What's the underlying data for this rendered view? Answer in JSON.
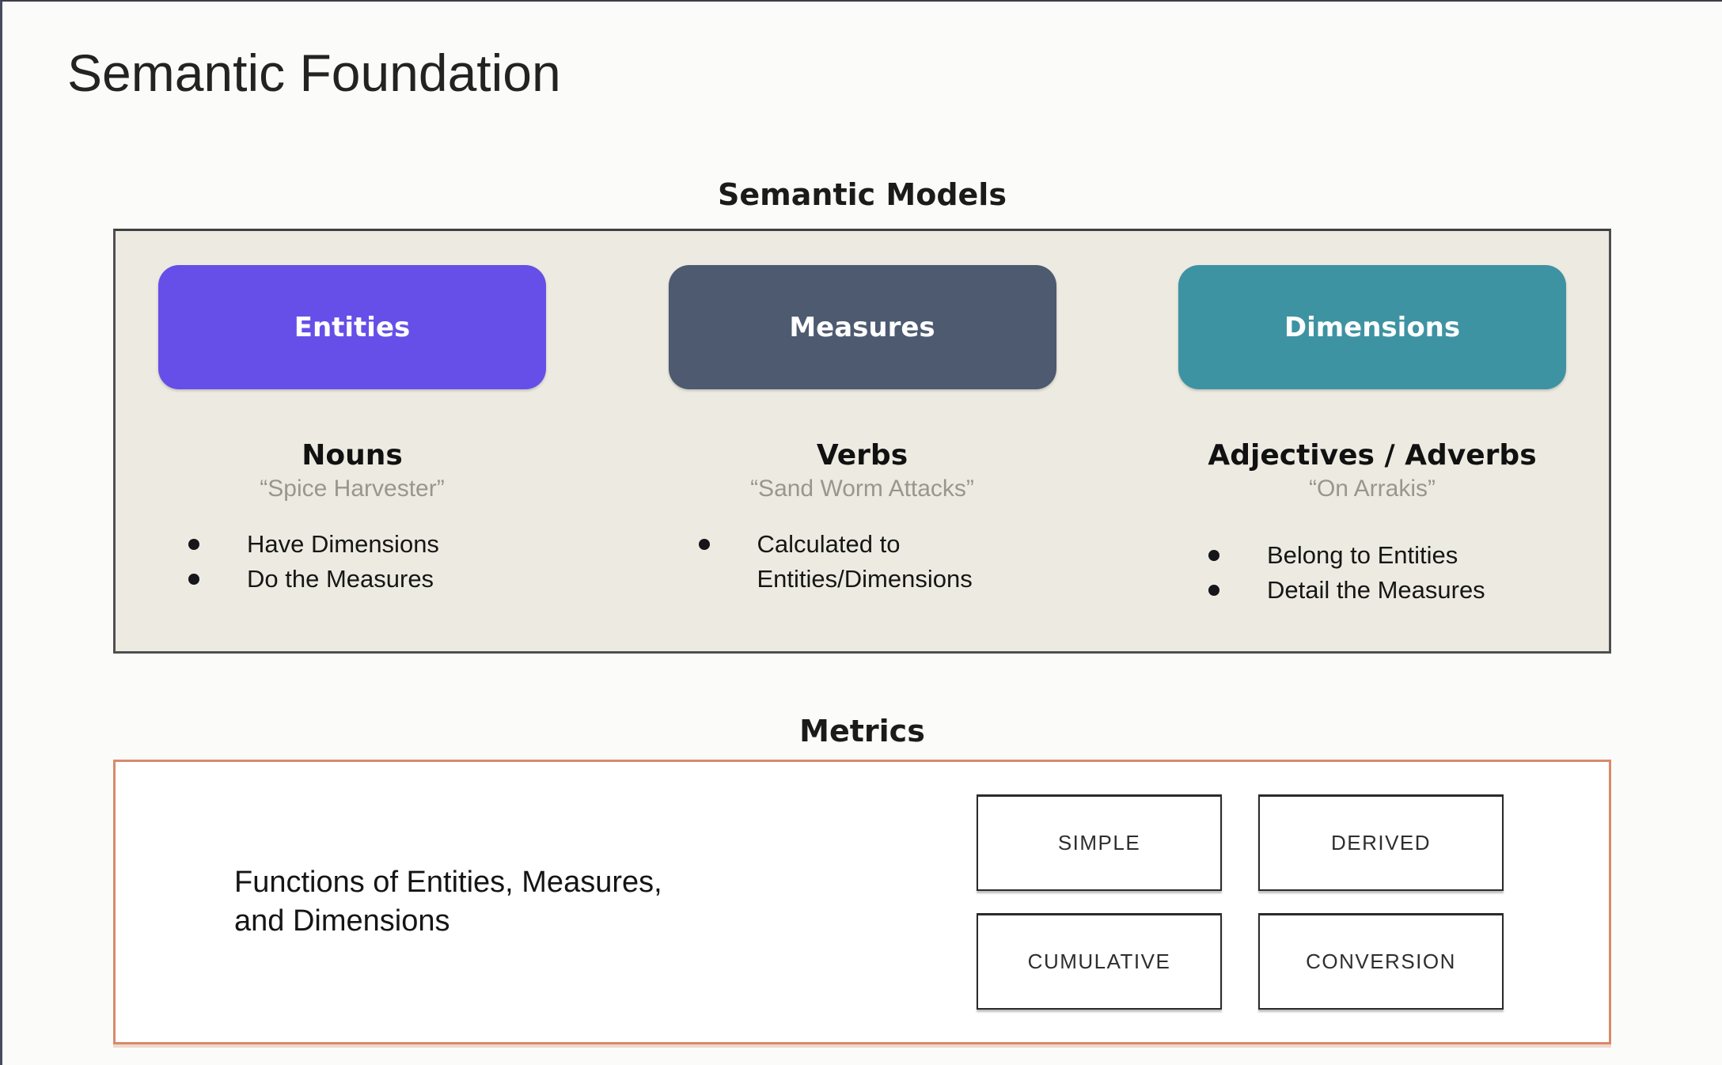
{
  "slide": {
    "title": "Semantic Foundation"
  },
  "semantic_models": {
    "heading": "Semantic Models",
    "panel_background": "#EDEBE1",
    "columns": [
      {
        "label": "Entities",
        "color": "#664FE8",
        "role": "Nouns",
        "example": "“Spice Harvester”",
        "bullets": [
          "Have Dimensions",
          "Do the Measures"
        ]
      },
      {
        "label": "Measures",
        "color": "#4D5A70",
        "role": "Verbs",
        "example": "“Sand Worm Attacks”",
        "bullets": [
          "Calculated to Entities/Dimensions"
        ]
      },
      {
        "label": "Dimensions",
        "color": "#3E93A2",
        "role": "Adjectives / Adverbs",
        "example": "“On Arrakis”",
        "bullets": [
          "Belong to Entities",
          "Detail the Measures"
        ]
      }
    ]
  },
  "metrics": {
    "heading": "Metrics",
    "description": "Functions of Entities, Measures, and Dimensions",
    "accent_border_color": "#D8896A",
    "types": [
      "SIMPLE",
      "DERIVED",
      "CUMULATIVE",
      "CONVERSION"
    ]
  }
}
